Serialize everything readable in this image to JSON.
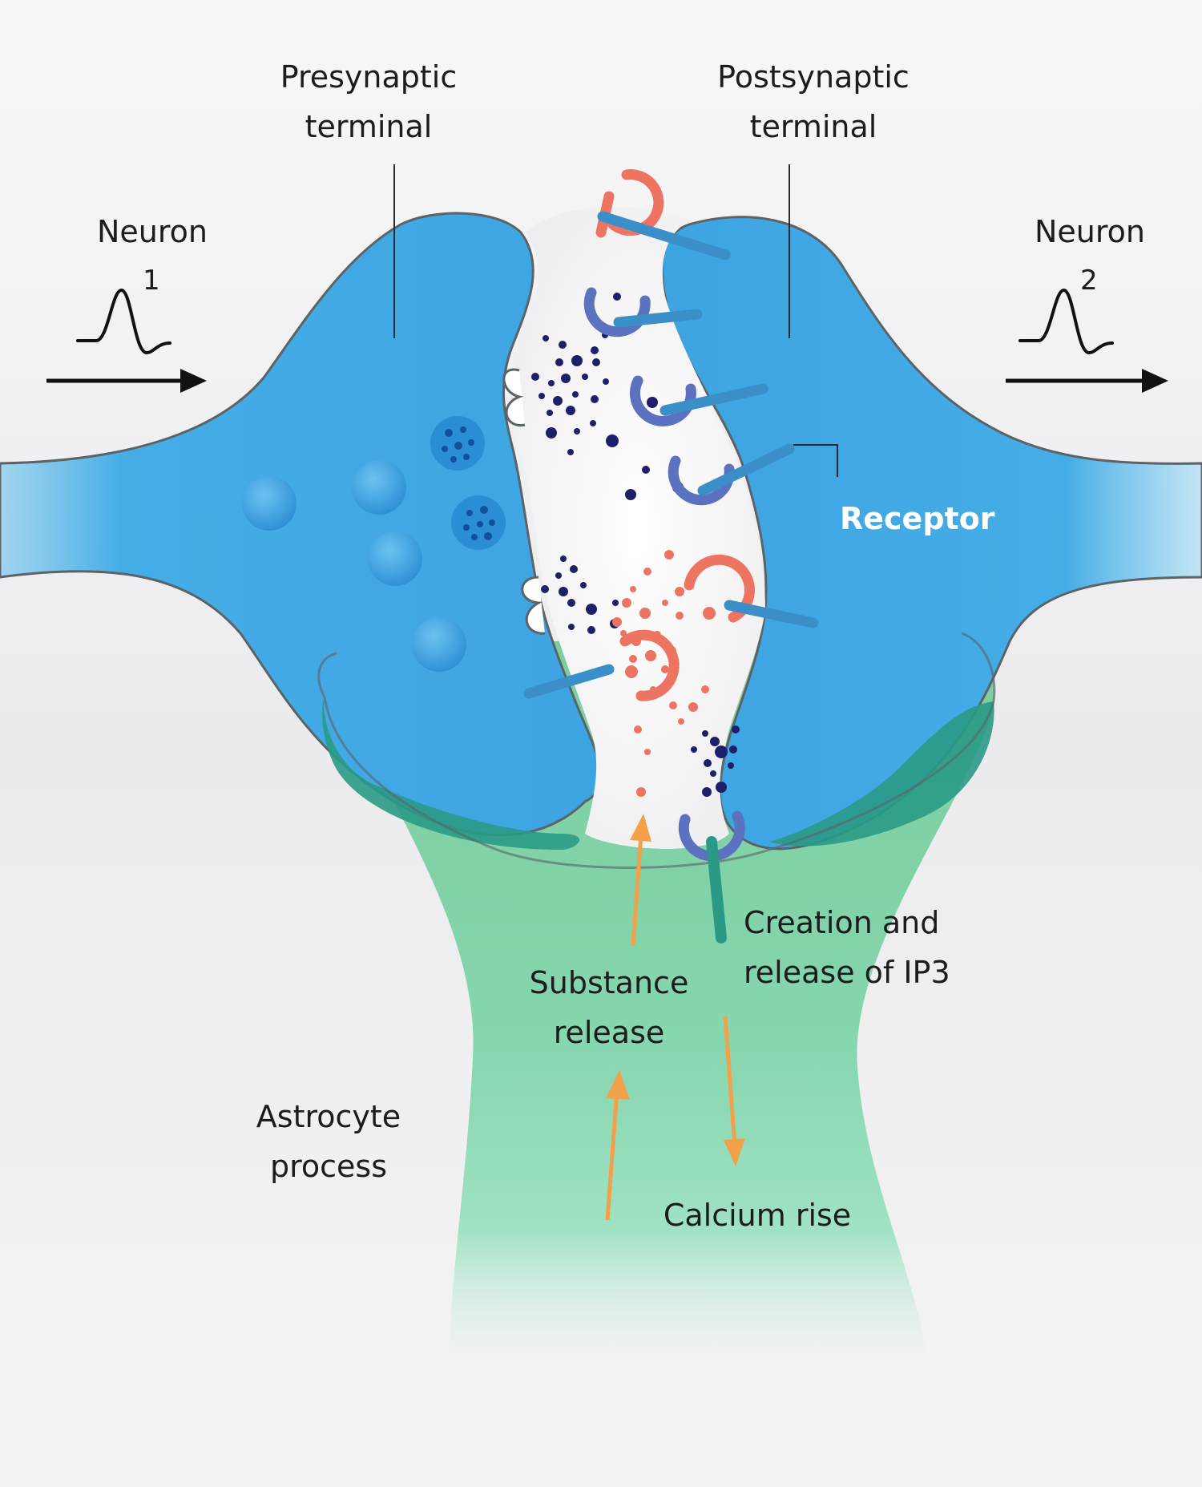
{
  "labels": {
    "presynaptic_line1": "Presynaptic",
    "presynaptic_line2": "terminal",
    "postsynaptic_line1": "Postsynaptic",
    "postsynaptic_line2": "terminal",
    "neuron1": "Neuron",
    "neuron1_number": "1",
    "neuron2": "Neuron",
    "neuron2_number": "2",
    "receptor": "Receptor",
    "ip3_line1": "Creation and",
    "ip3_line2": "release of IP3",
    "substance_line1": "Substance",
    "substance_line2": "release",
    "astrocyte_line1": "Astrocyte",
    "astrocyte_line2": "process",
    "calcium": "Calcium rise"
  },
  "colors": {
    "neuron_blue": "#3fa6e4",
    "astrocyte_green": "#7fcfa4",
    "astrocyte_dark": "#2a9a86",
    "receptor_blue": "#5b72c0",
    "receptor_red": "#ee7462",
    "arrow_orange": "#f2a04a",
    "dot_navy": "#1e1f6a",
    "outline": "#5f6366"
  }
}
